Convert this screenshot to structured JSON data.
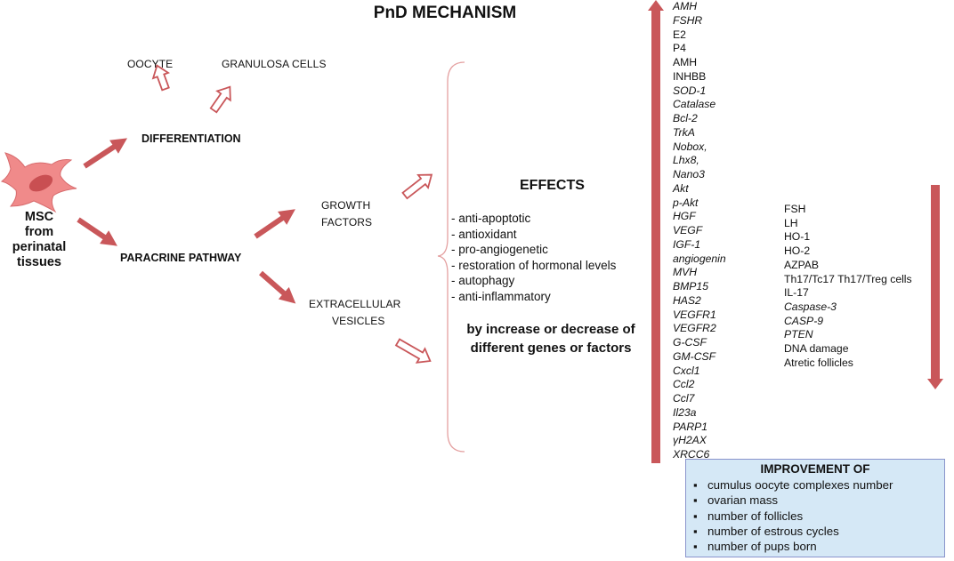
{
  "title": "PnD MECHANISM",
  "source": {
    "label_lines": [
      "MSC",
      "from",
      "perinatal",
      "tissues"
    ]
  },
  "branches": {
    "differentiation": {
      "label": "DIFFERENTIATION",
      "targets": [
        "OOCYTE",
        "GRANULOSA CELLS"
      ]
    },
    "paracrine": {
      "label": "PARACRINE PATHWAY",
      "growth_factors": [
        "GROWTH",
        "FACTORS"
      ],
      "extracellular_vesicles": [
        "EXTRACELLULAR",
        "VESICLES"
      ]
    }
  },
  "effects": {
    "title": "EFFECTS",
    "items": [
      "- anti-apoptotic",
      "- antioxidant",
      "- pro-angiogenetic",
      "- restoration of hormonal levels",
      "- autophagy",
      "- anti-inflammatory"
    ],
    "summary_lines": [
      "by increase or decrease of",
      "different genes or factors"
    ]
  },
  "increased": [
    {
      "text": "AMH",
      "italic": true
    },
    {
      "text": "FSHR",
      "italic": true
    },
    {
      "text": "E2",
      "italic": false
    },
    {
      "text": "P4",
      "italic": false
    },
    {
      "text": "AMH",
      "italic": false
    },
    {
      "text": "INHBB",
      "italic": false
    },
    {
      "text": "SOD-1",
      "italic": true
    },
    {
      "text": "Catalase",
      "italic": true
    },
    {
      "text": "Bcl-2",
      "italic": true
    },
    {
      "text": "TrkA",
      "italic": true
    },
    {
      "text": "Nobox,",
      "italic": true
    },
    {
      "text": "Lhx8,",
      "italic": true
    },
    {
      "text": "Nano3",
      "italic": true
    },
    {
      "text": "Akt",
      "italic": true
    },
    {
      "text": "p-Akt",
      "italic": true
    },
    {
      "text": "HGF",
      "italic": true
    },
    {
      "text": "VEGF",
      "italic": true
    },
    {
      "text": "IGF-1",
      "italic": true
    },
    {
      "text": "angiogenin",
      "italic": true
    },
    {
      "text": "MVH",
      "italic": true
    },
    {
      "text": "BMP15",
      "italic": true
    },
    {
      "text": "HAS2",
      "italic": true
    },
    {
      "text": "VEGFR1",
      "italic": true
    },
    {
      "text": "VEGFR2",
      "italic": true
    },
    {
      "text": "G-CSF",
      "italic": true
    },
    {
      "text": "GM-CSF",
      "italic": true
    },
    {
      "text": "Cxcl1",
      "italic": true
    },
    {
      "text": "Ccl2",
      "italic": true
    },
    {
      "text": "Ccl7",
      "italic": true
    },
    {
      "text": "Il23a",
      "italic": true
    },
    {
      "text": "PARP1",
      "italic": true
    },
    {
      "text": "γH2AX",
      "italic": true
    },
    {
      "text": "XRCC6",
      "italic": true
    }
  ],
  "decreased": [
    {
      "text": "FSH",
      "italic": false
    },
    {
      "text": "LH",
      "italic": false
    },
    {
      "text": "HO-1",
      "italic": false
    },
    {
      "text": "HO-2",
      "italic": false
    },
    {
      "text": "AZPAB",
      "italic": false
    },
    {
      "text": "Th17/Tc17 Th17/Treg cells",
      "italic": false
    },
    {
      "text": "IL-17",
      "italic": false
    },
    {
      "text": "Caspase-3",
      "italic": true
    },
    {
      "text": "CASP-9",
      "italic": true
    },
    {
      "text": "PTEN",
      "italic": true
    },
    {
      "text": "DNA damage",
      "italic": false
    },
    {
      "text": "Atretic follicles",
      "italic": false
    }
  ],
  "improvement": {
    "title": "IMPROVEMENT OF",
    "items": [
      "cumulus oocyte complexes number",
      "ovarian mass",
      "number of follicles",
      "number of estrous cycles",
      "number of pups born"
    ]
  },
  "colors": {
    "arrow": "#c9575a",
    "cell_body": "#f08a8a",
    "nucleus": "#c94f52",
    "brace": "#e4a0a0",
    "box_fill": "#d5e8f6",
    "box_border": "#8a94cc"
  }
}
